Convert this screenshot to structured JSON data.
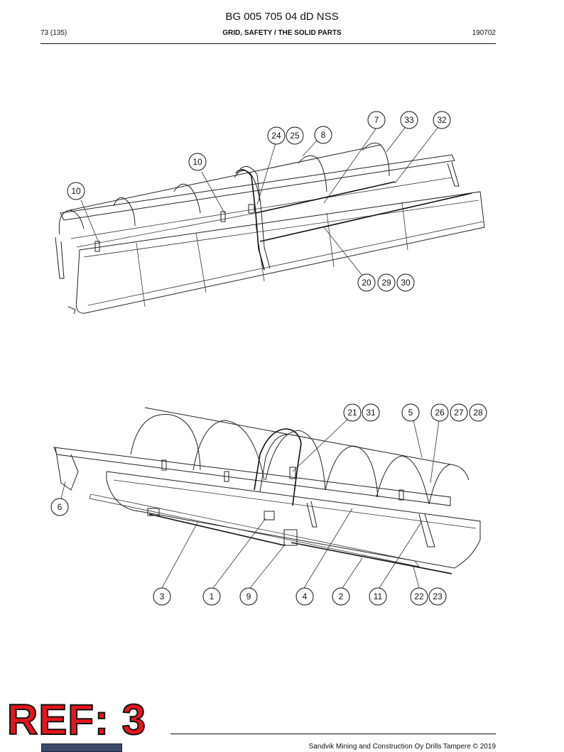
{
  "header": {
    "doc_title": "BG 005 705 04 dD NSS",
    "page": "73 (135)",
    "section": "GRID, SAFETY / THE SOLID PARTS",
    "date_code": "190702"
  },
  "figure_top": {
    "balloons": [
      "7",
      "33",
      "32",
      "24",
      "25",
      "8",
      "10",
      "10",
      "20",
      "29",
      "30"
    ]
  },
  "figure_bottom": {
    "balloons": [
      "21",
      "31",
      "5",
      "26",
      "27",
      "28",
      "6",
      "3",
      "1",
      "9",
      "4",
      "2",
      "11",
      "22",
      "23"
    ]
  },
  "stamp": {
    "text": "REF: 3"
  },
  "footer": {
    "copyright": "Sandvik Mining and Construction Oy Drills Tampere © 2019"
  },
  "colors": {
    "stamp_fill": "#e8141c",
    "line": "#222222"
  }
}
